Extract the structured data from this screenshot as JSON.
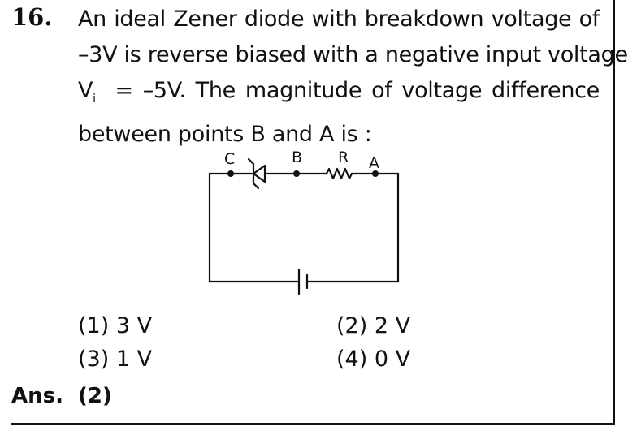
{
  "question": {
    "number": "16.",
    "line1": "An ideal Zener diode with breakdown voltage of",
    "line2": "–3V is reverse biased with a negative input voltage",
    "line3_a": "V",
    "line3_sub": "i",
    "line3_b": "= –5V. The magnitude of voltage difference",
    "line4": "between points B and A is :"
  },
  "circuit": {
    "label_c": "C",
    "label_b": "B",
    "label_r": "R",
    "label_a": "A"
  },
  "options": [
    {
      "label": "(1) 3 V"
    },
    {
      "label": "(2)  2 V"
    },
    {
      "label": "(3) 1 V"
    },
    {
      "label": "(4)  0 V"
    }
  ],
  "answer": {
    "prefix": "Ans.",
    "value": "(2)"
  }
}
